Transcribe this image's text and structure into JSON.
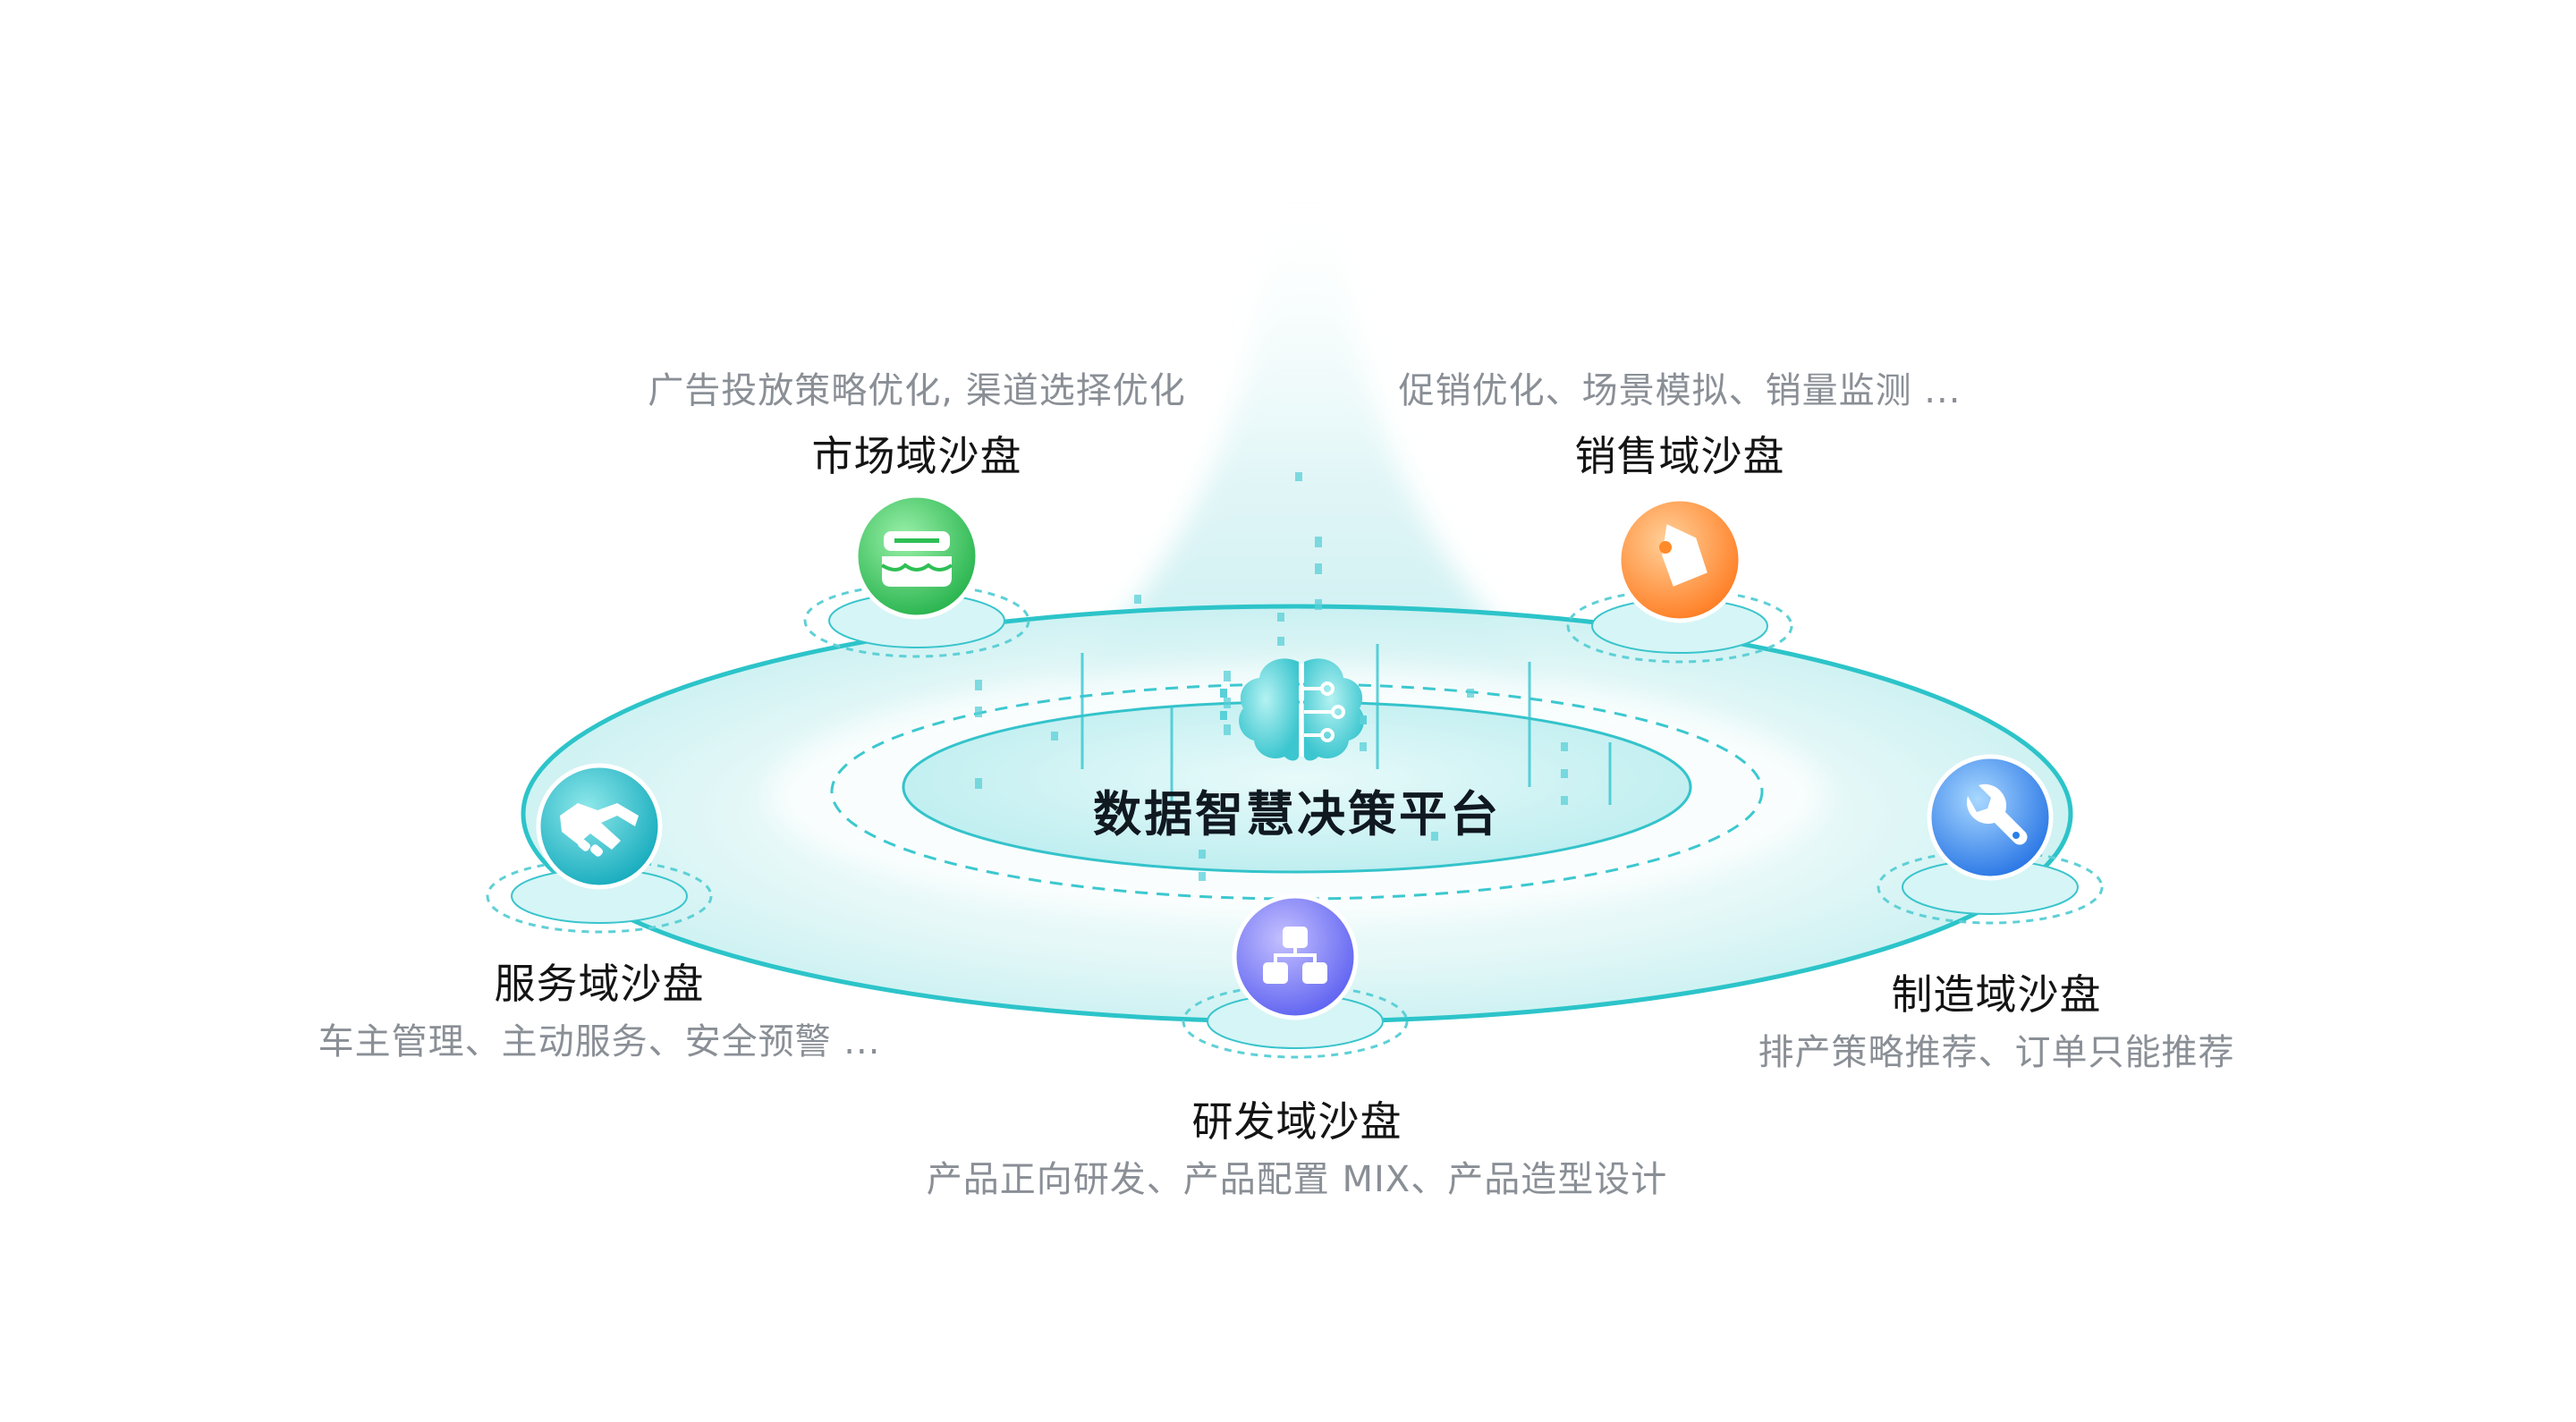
{
  "center": {
    "title": "数据智慧决策平台",
    "icon": "brain-circuit-icon"
  },
  "colors": {
    "ring": "#2cc4c9",
    "market": "#2fbf55",
    "sales": "#ff8a2a",
    "service": "#1cb4c4",
    "rnd": "#6b6bf0",
    "manufacturing": "#2a7fe8"
  },
  "nodes": {
    "market": {
      "title": "市场域沙盘",
      "desc": "广告投放策略优化, 渠道选择优化",
      "icon": "storefront-icon"
    },
    "sales": {
      "title": "销售域沙盘",
      "desc": "促销优化、场景模拟、销量监测 ...",
      "icon": "price-tag-icon"
    },
    "service": {
      "title": "服务域沙盘",
      "desc": "车主管理、主动服务、安全预警 ...",
      "icon": "handshake-icon"
    },
    "rnd": {
      "title": "研发域沙盘",
      "desc": "产品正向研发、产品配置 MIX、产品造型设计",
      "icon": "hierarchy-icon"
    },
    "manufacturing": {
      "title": "制造域沙盘",
      "desc": "排产策略推荐、订单只能推荐",
      "icon": "wrench-icon"
    }
  }
}
